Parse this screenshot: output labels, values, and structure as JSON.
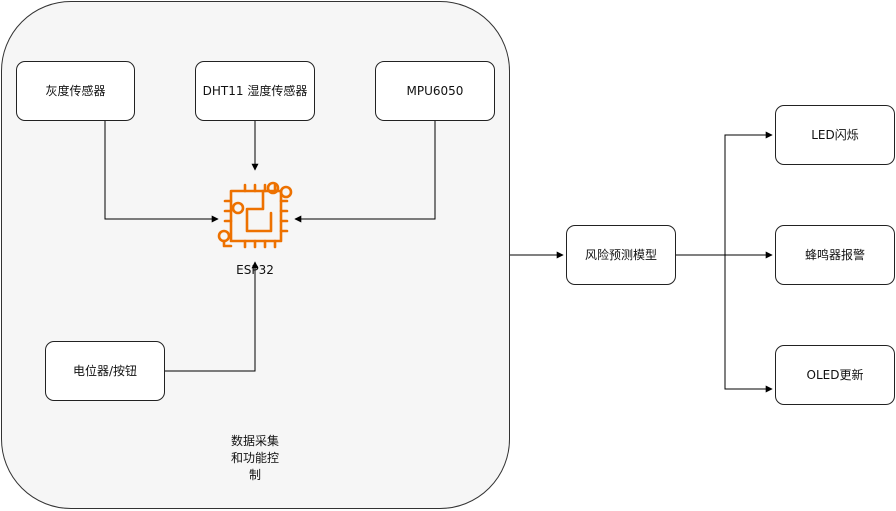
{
  "group": {
    "label": "数据采集\n和功能控\n制"
  },
  "sensors": {
    "grayscale": "灰度传感器",
    "dht11": "DHT11 湿度传感器",
    "mpu6050": "MPU6050",
    "potentiometer": "电位器/按钮"
  },
  "mcu": {
    "label": "ESP32",
    "icon": "microcontroller-chip-icon",
    "color": "#ed7100"
  },
  "model": {
    "label": "风险预测模型"
  },
  "outputs": {
    "led": "LED闪烁",
    "buzzer": "蜂鸣器报警",
    "oled": "OLED更新"
  }
}
